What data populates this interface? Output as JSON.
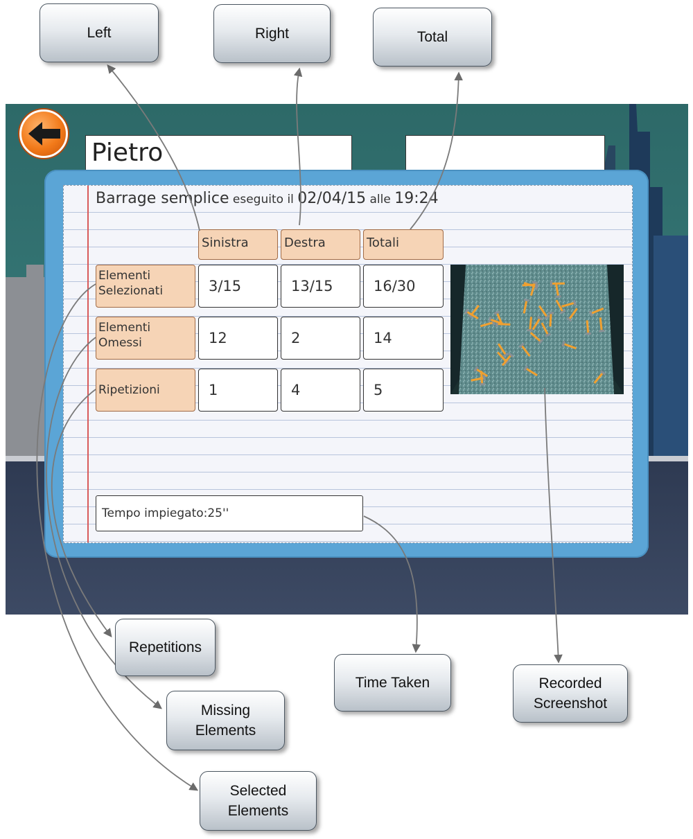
{
  "app": {
    "patient_name": "Pietro",
    "second_field": "",
    "test_name": "Barrage semplice",
    "performed_text": " eseguito il ",
    "date": "02/04/15",
    "at_text": " alle ",
    "time": "19:24",
    "columns": [
      "Sinistra",
      "Destra",
      "Totali"
    ],
    "rows": [
      {
        "label": "Elementi Selezionati",
        "values": [
          "3/15",
          "13/15",
          "16/30"
        ]
      },
      {
        "label": "Elementi Omessi",
        "values": [
          "12",
          "2",
          "14"
        ]
      },
      {
        "label": "Ripetizioni",
        "values": [
          "1",
          "4",
          "5"
        ]
      }
    ],
    "time_taken": "Tempo impiegato:25''"
  },
  "callouts": {
    "left": "Left",
    "right": "Right",
    "total": "Total",
    "repetitions": "Repetitions",
    "missing": "Missing\nElements",
    "selected": "Selected\nElements",
    "time_taken": "Time Taken",
    "screenshot": "Recorded\nScreenshot"
  },
  "colors": {
    "sky": "#2f6b6b",
    "card": "#5ba5d6",
    "header_cell": "#f6d4b6",
    "back_button": "#f27a1a"
  }
}
